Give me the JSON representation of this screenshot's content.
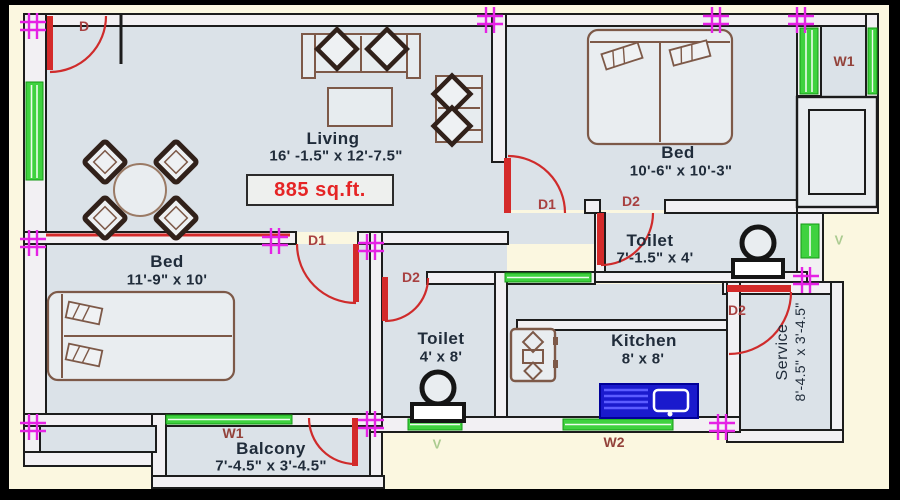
{
  "plan": {
    "area_badge": "885 sq.ft.",
    "rooms": {
      "living": {
        "name": "Living",
        "dim": "16' -1.5\" x 12'-7.5\""
      },
      "bed_top": {
        "name": "Bed",
        "dim": "10'-6\" x 10'-3\""
      },
      "toilet_top": {
        "name": "Toilet",
        "dim": "7'-1.5\" x 4'"
      },
      "bed_bottom": {
        "name": "Bed",
        "dim": "11'-9\" x 10'"
      },
      "toilet_bottom": {
        "name": "Toilet",
        "dim": "4' x 8'"
      },
      "kitchen": {
        "name": "Kitchen",
        "dim": "8' x 8'"
      },
      "service": {
        "name": "Service",
        "dim": "8'-4.5\" x 3'-4.5\""
      },
      "balcony": {
        "name": "Balcony",
        "dim": "7'-4.5\" x 3'-4.5\""
      }
    },
    "doors": {
      "main": "D",
      "d1": "D1",
      "d2": "D2"
    },
    "windows": {
      "w1": "W1",
      "w2": "W2",
      "vent": "V"
    },
    "colors": {
      "wall_line": "#1c1c1c",
      "room_fill": "#dbe2e8",
      "window_green": "#3fd23f",
      "door_red": "#d42a2a",
      "column_magenta": "#e522e5",
      "label_navy": "#202c3a",
      "area_red": "#e52525",
      "background_cream": "#fbf7e0",
      "sink_blue": "#1a1acd"
    }
  }
}
